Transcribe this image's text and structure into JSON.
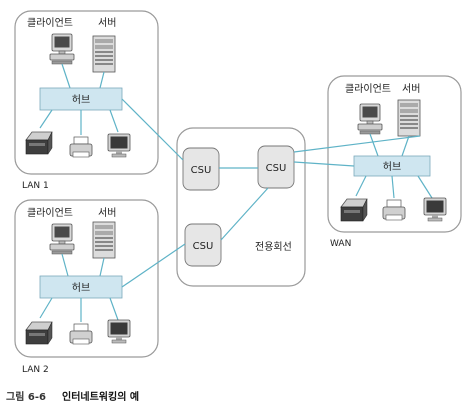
{
  "labels": {
    "client": "클라이언트",
    "server": "서버",
    "hub": "허브",
    "csu": "CSU",
    "lan1": "LAN 1",
    "lan2": "LAN 2",
    "wan": "WAN",
    "leased_line": "전용회선"
  },
  "caption": {
    "prefix": "그림 6-6",
    "title": "인터네트워킹의 예"
  },
  "colors": {
    "panel_border": "#9a9a9a",
    "hub_fill": "#cfe6f0",
    "csu_fill": "#e6e6e6",
    "link": "#5fb3c7",
    "device_dark": "#3a3a3a",
    "device_light": "#d8d8d8"
  }
}
